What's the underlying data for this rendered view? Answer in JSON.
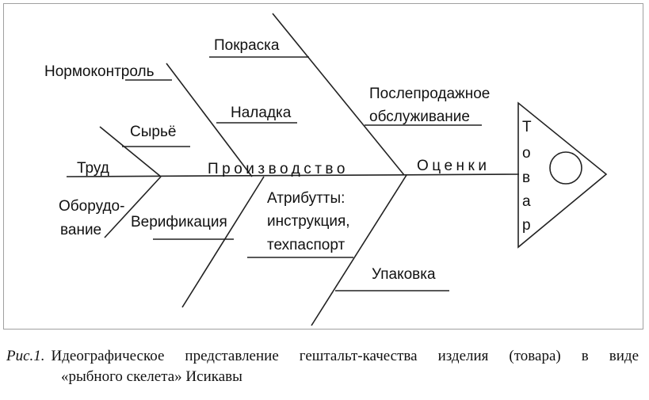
{
  "diagram": {
    "spine_labels": {
      "production": "Производство",
      "assessment": "Оценки"
    },
    "product_label": [
      "Т",
      "о",
      "в",
      "а",
      "р"
    ],
    "causes": {
      "painting": "Покраска",
      "norm_control": "Нормоконтроль",
      "after_sales_1": "Послепродажное",
      "after_sales_2": "обслуживание",
      "setup": "Наладка",
      "raw_material": "Сырьё",
      "labor": "Труд",
      "equipment_1": "Оборудо-",
      "equipment_2": "вание",
      "verification": "Верификация",
      "attributes_1": "Атрибутты:",
      "attributes_2": "инструкция,",
      "attributes_3": "техпаспорт",
      "packaging": "Упаковка"
    }
  },
  "caption": {
    "prefix": "Рис.1.",
    "line1": "Идеографическое представление гештальт-качества изделия (товара) в виде",
    "line2": "«рыбного скелета» Исикавы"
  }
}
